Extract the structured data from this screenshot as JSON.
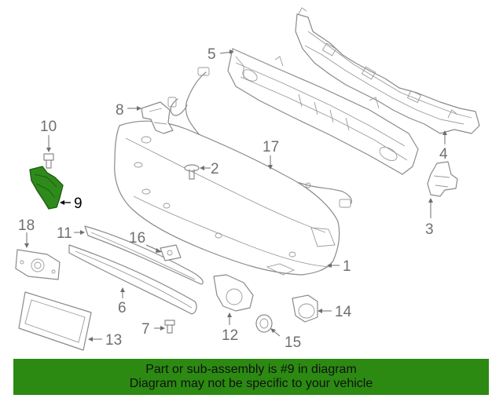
{
  "highlighted_part": "9",
  "callouts": {
    "c1": "1",
    "c2": "2",
    "c3": "3",
    "c4": "4",
    "c5": "5",
    "c6": "6",
    "c7": "7",
    "c8": "8",
    "c9": "9",
    "c10": "10",
    "c11": "11",
    "c12": "12",
    "c13": "13",
    "c14": "14",
    "c15": "15",
    "c16": "16",
    "c17": "17",
    "c18": "18"
  },
  "banner": {
    "line1": "Part or sub-assembly is #9 in diagram",
    "line2": "Diagram may not be specific to your vehicle"
  },
  "colors": {
    "highlight": "#2f8a1c",
    "banner_bg": "#2c8a12",
    "line_art": "#8a8a8a"
  }
}
